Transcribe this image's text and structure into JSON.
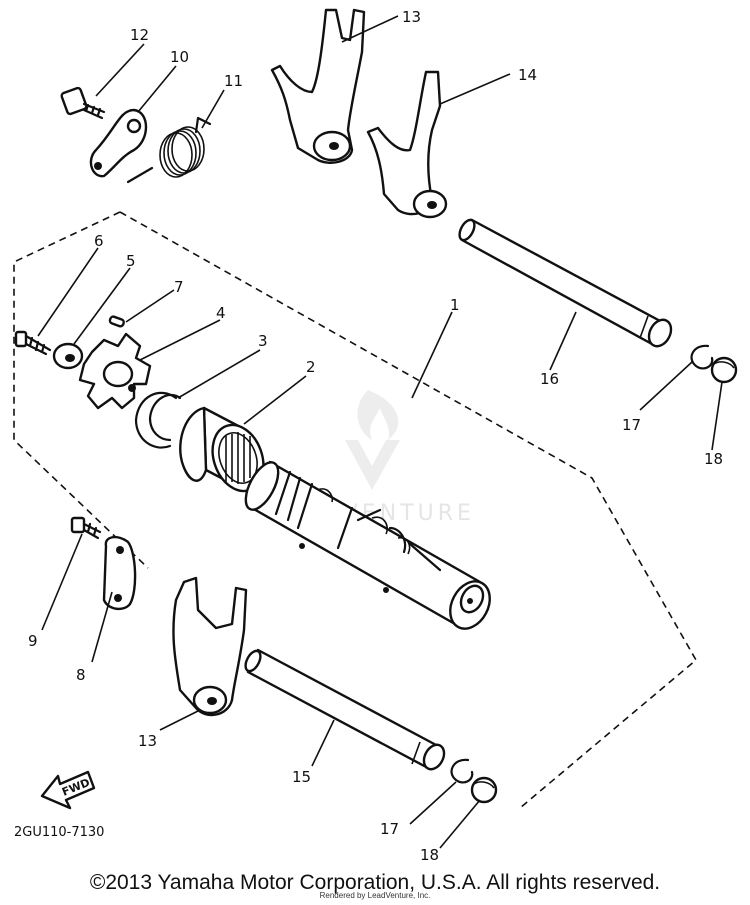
{
  "callouts": [
    {
      "id": "c1",
      "label": "1"
    },
    {
      "id": "c2",
      "label": "2"
    },
    {
      "id": "c3",
      "label": "3"
    },
    {
      "id": "c4",
      "label": "4"
    },
    {
      "id": "c5",
      "label": "5"
    },
    {
      "id": "c6",
      "label": "6"
    },
    {
      "id": "c7",
      "label": "7"
    },
    {
      "id": "c8",
      "label": "8"
    },
    {
      "id": "c9",
      "label": "9"
    },
    {
      "id": "c10",
      "label": "10"
    },
    {
      "id": "c11",
      "label": "11"
    },
    {
      "id": "c12",
      "label": "12"
    },
    {
      "id": "c13a",
      "label": "13"
    },
    {
      "id": "c13b",
      "label": "13"
    },
    {
      "id": "c14",
      "label": "14"
    },
    {
      "id": "c15",
      "label": "15"
    },
    {
      "id": "c16",
      "label": "16"
    },
    {
      "id": "c17a",
      "label": "17"
    },
    {
      "id": "c17b",
      "label": "17"
    },
    {
      "id": "c18a",
      "label": "18"
    },
    {
      "id": "c18b",
      "label": "18"
    }
  ],
  "fwd_label": "FWD",
  "diagram_code": "2GU110-7130",
  "watermark": "LEADVENTURE",
  "copyright": "©2013 Yamaha Motor Corporation, U.S.A. All rights reserved.",
  "rendered_by": "Rendered by LeadVenture, Inc."
}
